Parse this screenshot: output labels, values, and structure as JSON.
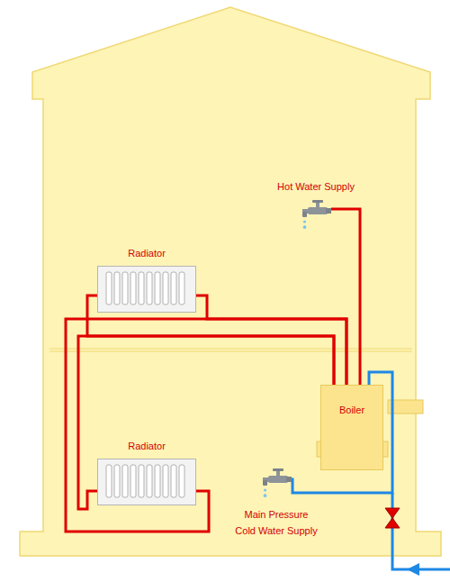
{
  "diagram": {
    "nodes": [
      {
        "text": [
          "Hot Water Supply"
        ]
      },
      {
        "text": [
          "Radiator"
        ]
      },
      {
        "text": [
          "Boiler"
        ]
      },
      {
        "text": [
          "Radiator"
        ]
      },
      {
        "text": [
          "Main Pressure Cold Water Supply"
        ]
      }
    ],
    "edges": [
      {
        "from": 1,
        "to": 2,
        "arrow": "none"
      },
      {
        "from": 1,
        "to": 2,
        "arrow": "none"
      },
      {
        "from": 3,
        "to": 2,
        "arrow": "none"
      },
      {
        "from": 3,
        "to": 2,
        "arrow": "none"
      },
      {
        "from": 2,
        "to": 0,
        "arrow": "none"
      },
      {
        "from": 4,
        "to": 2,
        "arrow": "none"
      }
    ]
  }
}
